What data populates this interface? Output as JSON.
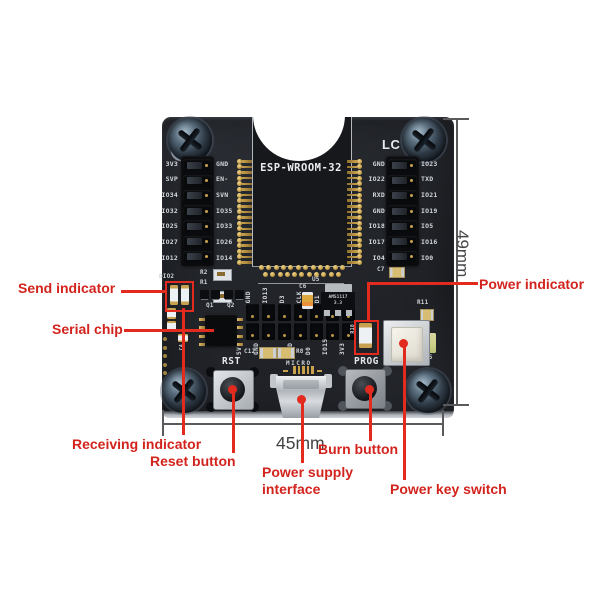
{
  "annotations": {
    "send_indicator": "Send indicator",
    "serial_chip": "Serial chip",
    "power_indicator": "Power indicator",
    "receiving_indicator": "Receiving indicator",
    "reset_button": "Reset button",
    "power_supply_line1": "Power supply",
    "power_supply_line2": "interface",
    "burn_button": "Burn button",
    "power_key_switch": "Power key switch"
  },
  "dimensions": {
    "width": "45mm",
    "height": "49mm"
  },
  "board": {
    "module_label": "ESP-WROOM-32",
    "corner_mark": "LC",
    "left_header_outer": [
      "3V3",
      "SVP",
      "IO34",
      "IO32",
      "IO25",
      "IO27",
      "IO12"
    ],
    "left_header_inner": [
      "GND",
      "EN-",
      "SVN",
      "IO35",
      "IO33",
      "IO26",
      "IO14"
    ],
    "right_header_inner": [
      "GND",
      "IO22",
      "RXD",
      "GND",
      "IO18",
      "IO17",
      "IO4"
    ],
    "right_header_outer": [
      "IO23",
      "TXD",
      "IO21",
      "IO19",
      "IO5",
      "IO16",
      "IO0"
    ],
    "center_top_row": [
      "GND",
      "IO13",
      "D3",
      "CLK",
      "D1",
      "IO2",
      "GND"
    ],
    "center_bottom_row": [
      "5V",
      "GND",
      "D2",
      "CMD",
      "D0",
      "IO15",
      "3V3"
    ],
    "silk": {
      "dio2": "DIO2",
      "r2": "R2",
      "r1": "R1",
      "q1": "Q1",
      "q2": "Q2",
      "c4": "C4",
      "c12": "C12",
      "r8": "R8",
      "rst": "RST",
      "micro": "MICRO",
      "prog": "PROG",
      "c6": "C6",
      "u5": "U5",
      "c7": "C7",
      "r11": "R11",
      "r10": "R10",
      "d5": "D5",
      "reg1": "AMS1117",
      "reg2": "3.3"
    }
  },
  "colors": {
    "annotation_red": "#d8231d",
    "dimension_gray": "#5a5a5c",
    "board_dark": "#24272c",
    "gold": "#c9a050"
  }
}
